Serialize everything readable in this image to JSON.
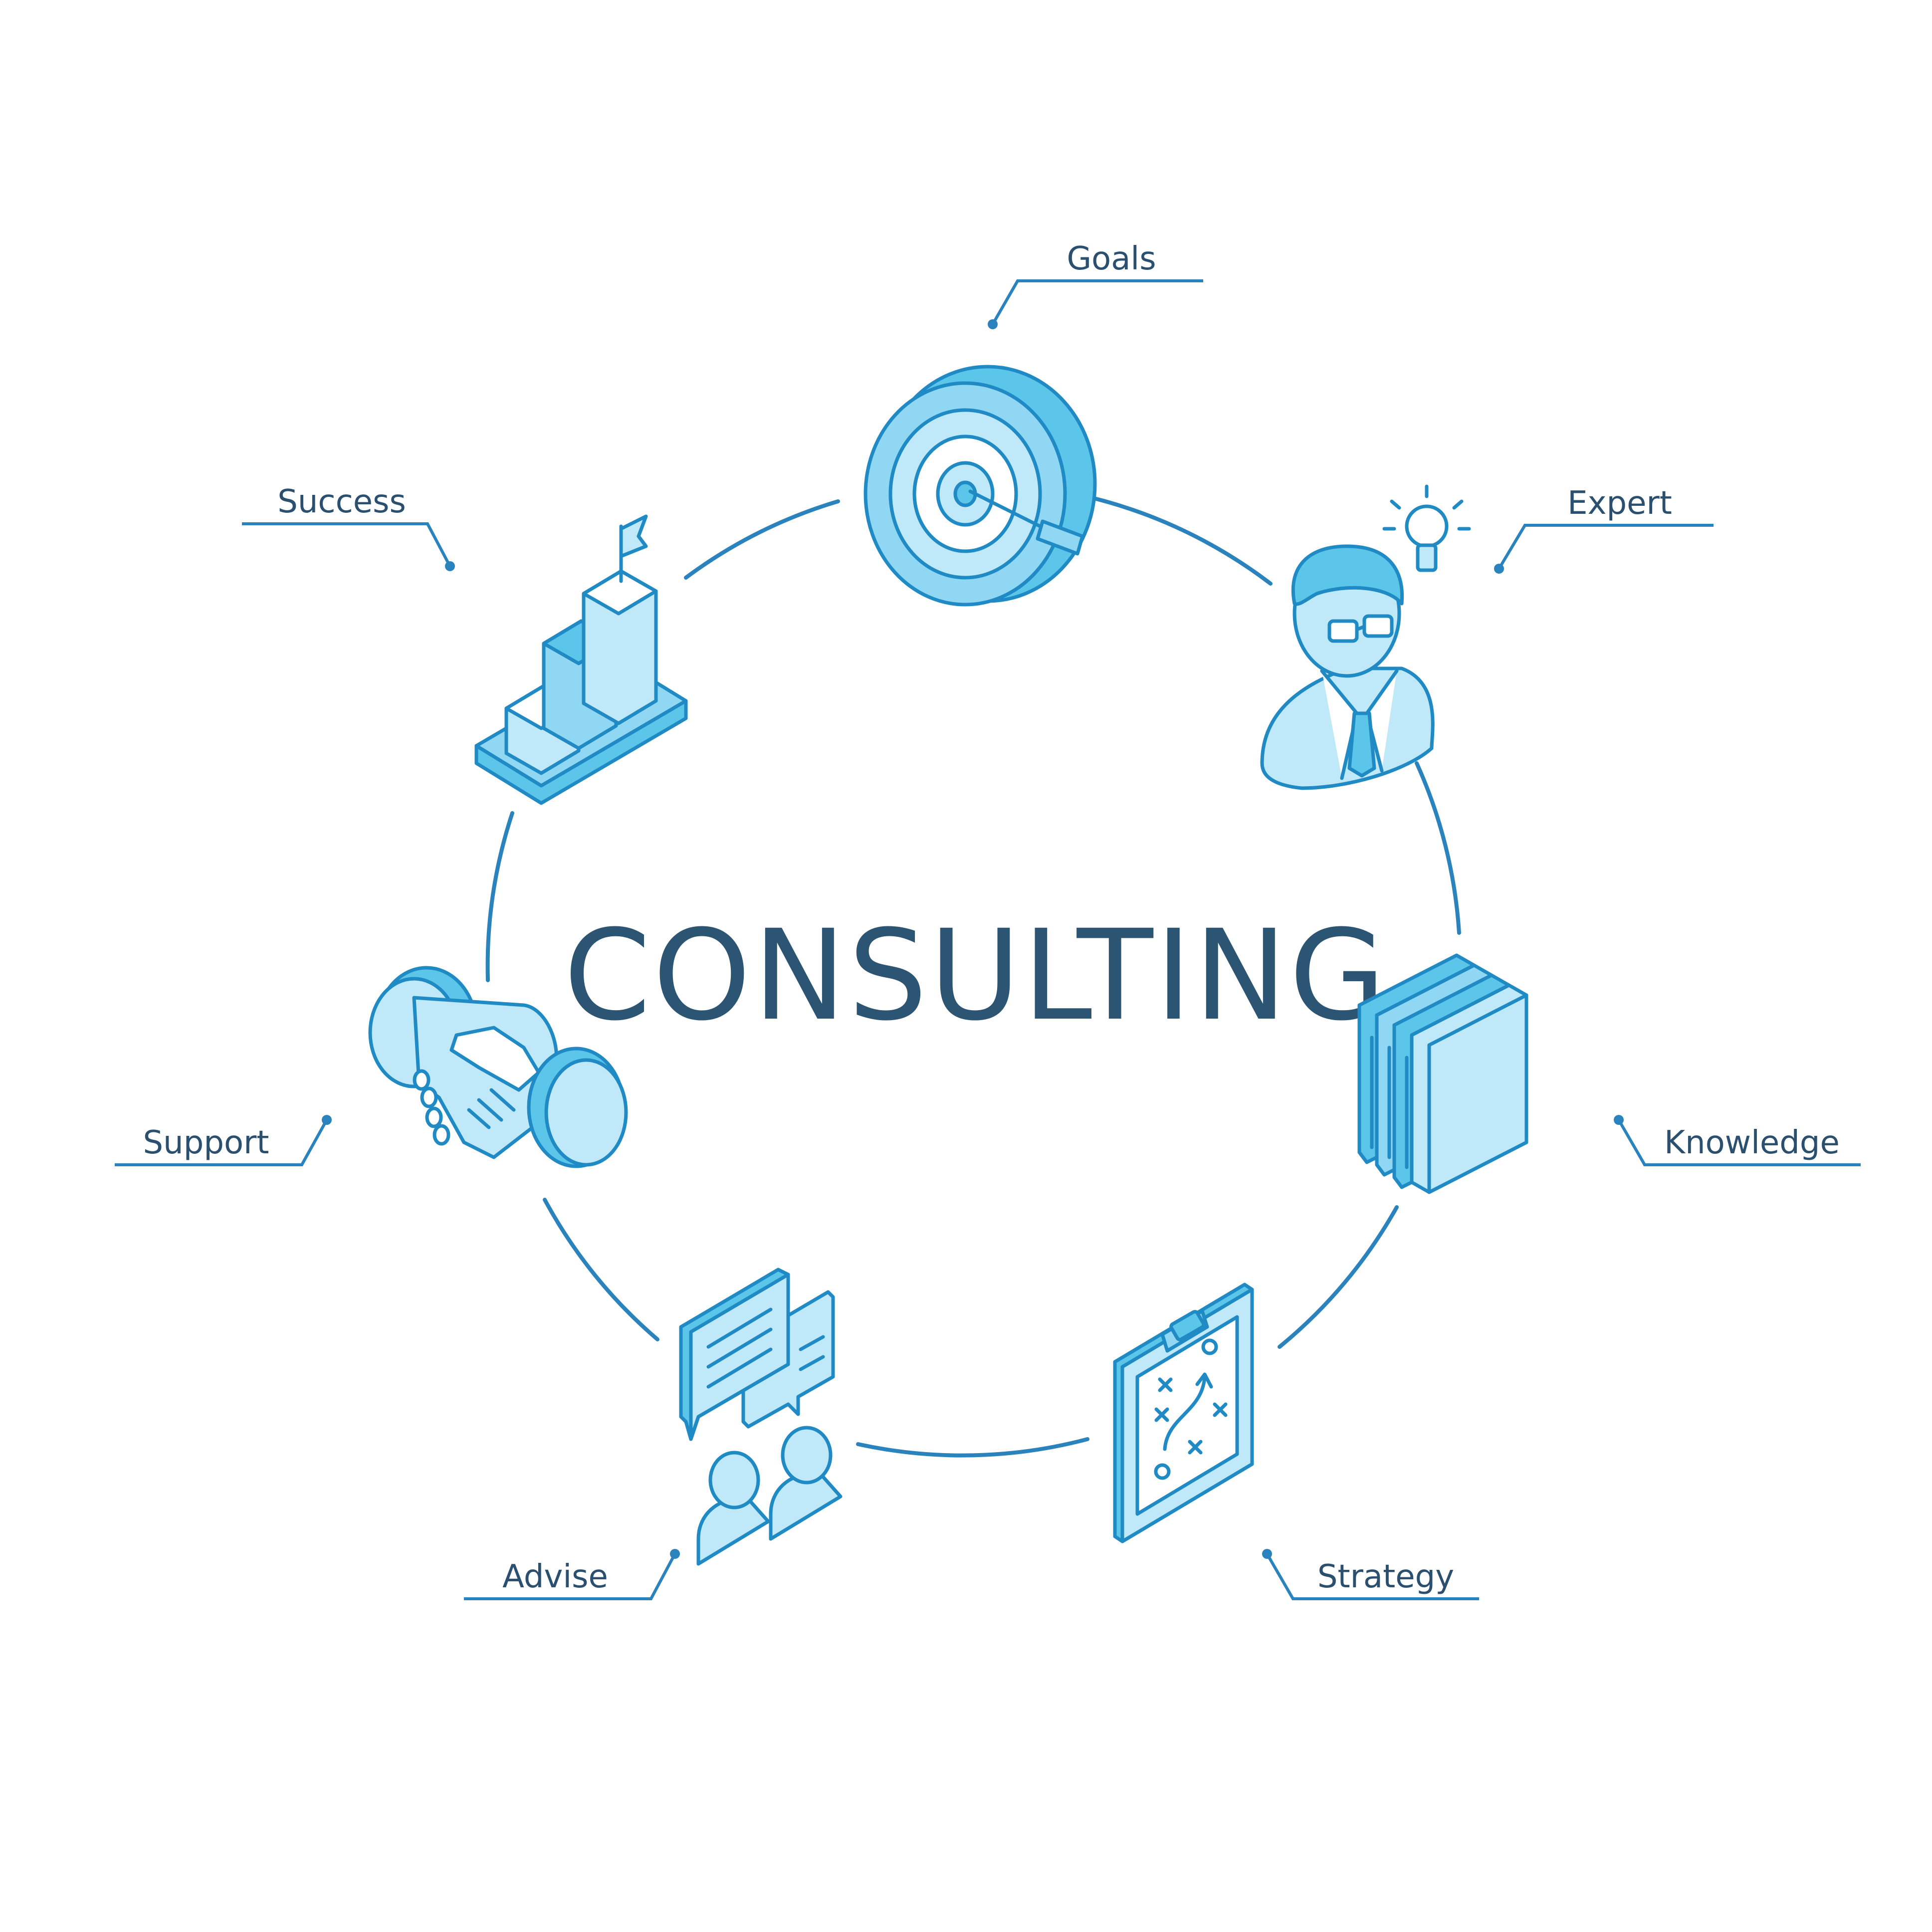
{
  "title": "CONSULTING",
  "nodes": [
    {
      "label": "Goals",
      "icon": "target-arrow-icon"
    },
    {
      "label": "Expert",
      "icon": "expert-person-icon"
    },
    {
      "label": "Knowledge",
      "icon": "books-icon"
    },
    {
      "label": "Strategy",
      "icon": "strategy-clipboard-icon"
    },
    {
      "label": "Advise",
      "icon": "chat-people-icon"
    },
    {
      "label": "Support",
      "icon": "handshake-icon"
    },
    {
      "label": "Success",
      "icon": "bar-steps-flag-icon"
    }
  ],
  "colors": {
    "ring": "#2b83bd",
    "title": "#2b5573",
    "label": "#2b4f6e",
    "icon_dark": "#5cc6ea",
    "icon_mid": "#8fd7f2",
    "icon_light": "#bfe9f8"
  }
}
